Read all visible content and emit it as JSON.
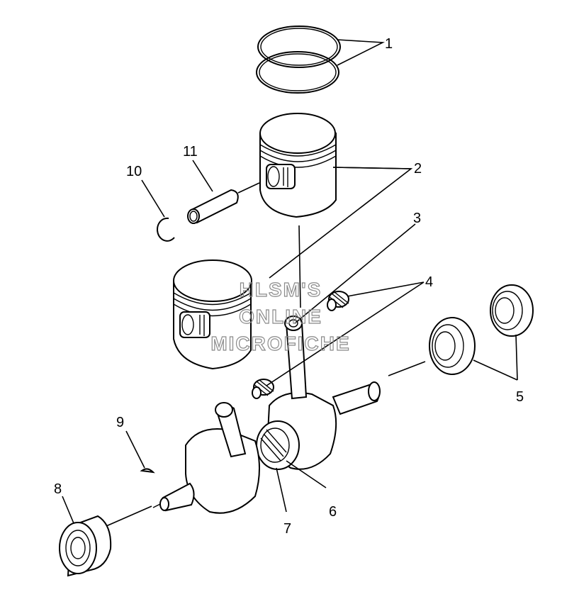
{
  "diagram": {
    "callouts": [
      "1",
      "2",
      "3",
      "4",
      "5",
      "6",
      "7",
      "8",
      "9",
      "10",
      "11"
    ],
    "watermark": [
      "HLSM'S",
      "ONLINE",
      "MICROFICHE"
    ]
  }
}
